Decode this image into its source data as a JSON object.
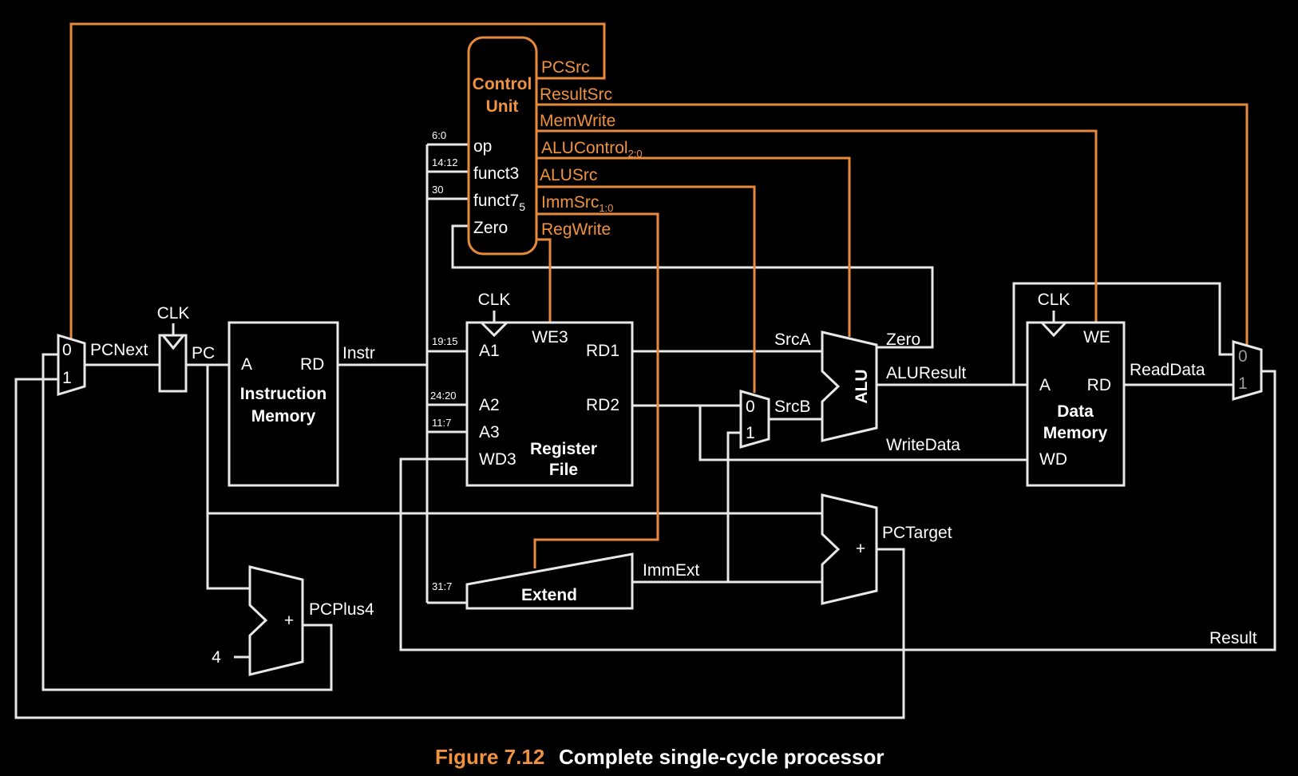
{
  "caption": {
    "number": "Figure 7.12",
    "title": "Complete single-cycle processor"
  },
  "control_unit": {
    "title_line1": "Control",
    "title_line2": "Unit",
    "inputs": [
      "op",
      "funct3",
      "funct7",
      "Zero"
    ],
    "funct7_subscript": "5",
    "outputs": {
      "pcsrc": "PCSrc",
      "resultsrc": "ResultSrc",
      "memwrite": "MemWrite",
      "alucontrol": "ALUControl",
      "alucontrol_sub": "2:0",
      "alusrc": "ALUSrc",
      "immsrc": "ImmSrc",
      "immsrc_sub": "1:0",
      "regwrite": "RegWrite"
    }
  },
  "bit_fields": {
    "op": "6:0",
    "funct3": "14:12",
    "funct7": "30",
    "a1": "19:15",
    "a2": "24:20",
    "a3": "11:7",
    "imm": "31:7"
  },
  "instruction_memory": {
    "port_a": "A",
    "port_rd": "RD",
    "line1": "Instruction",
    "line2": "Memory"
  },
  "register_file": {
    "ports": [
      "A1",
      "A2",
      "A3",
      "WD3",
      "RD1",
      "RD2",
      "WE3"
    ],
    "line1": "Register",
    "line2": "File"
  },
  "data_memory": {
    "ports": [
      "A",
      "RD",
      "WD",
      "WE"
    ],
    "line1": "Data",
    "line2": "Memory"
  },
  "alu": {
    "label": "ALU"
  },
  "extend": {
    "label": "Extend"
  },
  "adders": {
    "symbol": "+",
    "constant": "4"
  },
  "mux": {
    "in0": "0",
    "in1": "1"
  },
  "signals": {
    "clk": "CLK",
    "pcnext": "PCNext",
    "pc": "PC",
    "instr": "Instr",
    "srca": "SrcA",
    "srcb": "SrcB",
    "zero": "Zero",
    "aluresult": "ALUResult",
    "writedata": "WriteData",
    "readdata": "ReadData",
    "result": "Result",
    "pctarget": "PCTarget",
    "pcplus4": "PCPlus4",
    "immext": "ImmExt"
  },
  "colors": {
    "background": "#000000",
    "wire": "#e8e8e8",
    "control": "#e88a3c",
    "control_text": "#f0923e"
  }
}
